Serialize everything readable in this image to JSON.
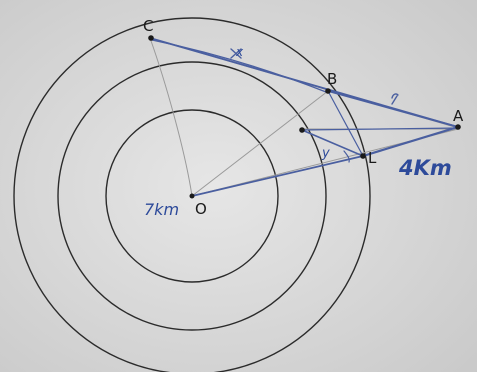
{
  "points": {
    "O": "O",
    "A": "A",
    "B": "B",
    "C": "C",
    "L": "L"
  },
  "annotations": {
    "radius_label": "7km",
    "distance_label": "4Km",
    "x_mark": "x",
    "y_mark": "y",
    "angle_mark": "y"
  },
  "colors": {
    "paper": "#d9d9d9",
    "circle": "#2b2b2b",
    "pen": "#4a5fa0",
    "pencil": "#9a9a9a"
  }
}
